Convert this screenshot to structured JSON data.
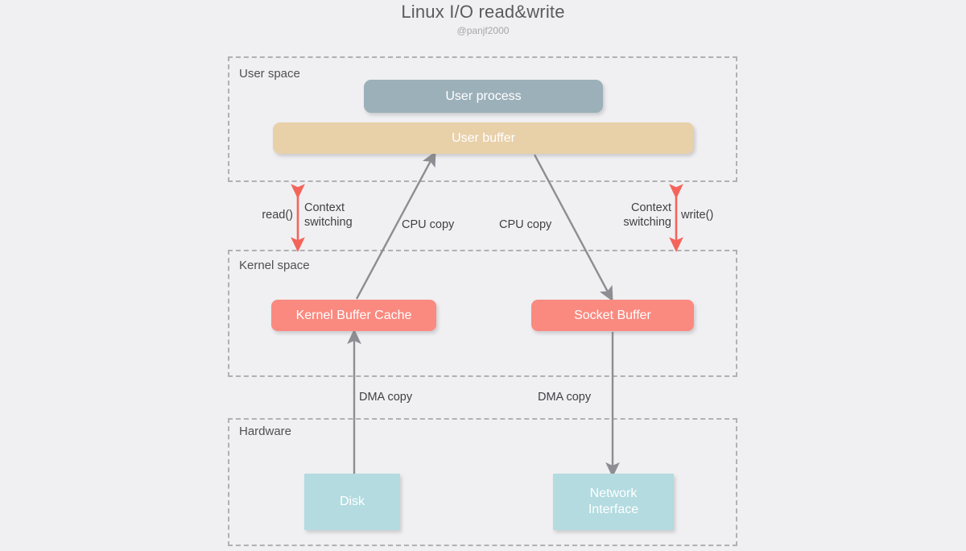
{
  "header": {
    "title": "Linux I/O read&write",
    "subtitle": "@panjf2000"
  },
  "colors": {
    "background": "#f0f0f2",
    "layer_border": "#b0b0b6",
    "user_process": "#9cb0ba",
    "user_buffer": "#e8d0a9",
    "kernel_box": "#fa8a80",
    "hardware_box": "#b3dbe0",
    "gray_arrow": "#8d8d93",
    "red_arrow": "#f4645a",
    "title_text": "#5a5a5f",
    "subtitle_text": "#a6a6ac",
    "label_text": "#3f3f45"
  },
  "layers": [
    {
      "id": "user-space",
      "label": "User space"
    },
    {
      "id": "kernel-space",
      "label": "Kernel space"
    },
    {
      "id": "hardware",
      "label": "Hardware"
    }
  ],
  "nodes": [
    {
      "id": "user-process",
      "label": "User process"
    },
    {
      "id": "user-buffer",
      "label": "User buffer"
    },
    {
      "id": "kernel-buffer-cache",
      "label": "Kernel Buffer Cache"
    },
    {
      "id": "socket-buffer",
      "label": "Socket Buffer"
    },
    {
      "id": "disk",
      "label": "Disk"
    },
    {
      "id": "network-interface",
      "label": "Network\nInterface"
    }
  ],
  "edges": [
    {
      "id": "read-syscall",
      "label": "read()",
      "kind": "syscall",
      "arrow": "double-red"
    },
    {
      "id": "context-switch-l",
      "label": "Context\nswitching",
      "kind": "annotation",
      "arrow": "none"
    },
    {
      "id": "cpu-copy-left",
      "label": "CPU copy",
      "kind": "copy",
      "arrow": "single-gray-up"
    },
    {
      "id": "cpu-copy-right",
      "label": "CPU copy",
      "kind": "copy",
      "arrow": "single-gray-down"
    },
    {
      "id": "context-switch-r",
      "label": "Context\nswitching",
      "kind": "annotation",
      "arrow": "none"
    },
    {
      "id": "write-syscall",
      "label": "write()",
      "kind": "syscall",
      "arrow": "double-red"
    },
    {
      "id": "dma-copy-left",
      "label": "DMA copy",
      "kind": "dma",
      "arrow": "single-gray-up"
    },
    {
      "id": "dma-copy-right",
      "label": "DMA copy",
      "kind": "dma",
      "arrow": "single-gray-down"
    }
  ],
  "chart_data": {
    "type": "diagram",
    "title": "Linux I/O read&write",
    "flow": [
      {
        "from": "Disk",
        "to": "Kernel Buffer Cache",
        "via": "DMA copy"
      },
      {
        "from": "Kernel Buffer Cache",
        "to": "User buffer",
        "via": "CPU copy"
      },
      {
        "from": "User buffer",
        "to": "Socket Buffer",
        "via": "CPU copy"
      },
      {
        "from": "Socket Buffer",
        "to": "Network Interface",
        "via": "DMA copy"
      }
    ],
    "context_switches": [
      "read()",
      "write()"
    ]
  }
}
